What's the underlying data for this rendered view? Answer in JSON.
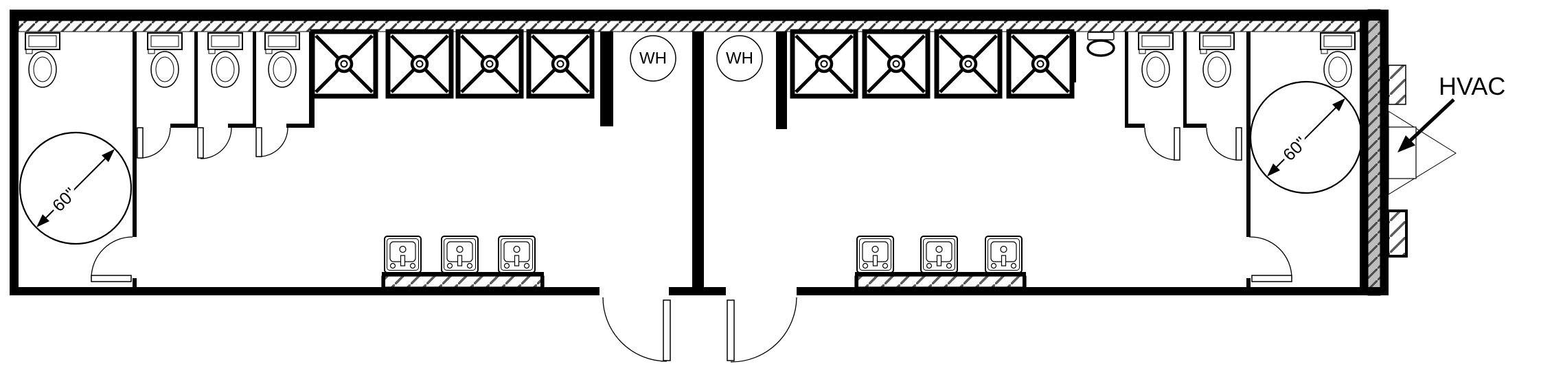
{
  "page": {
    "background": "#ffffff",
    "line_color": "#000000",
    "wall_hatch_gray": "#bdbdbd"
  },
  "labels": {
    "wh_left": "WH",
    "wh_right": "WH",
    "turn_left": "60\"",
    "turn_right": "60\"",
    "hvac": "HVAC"
  },
  "fixtures_depicted": {
    "toilets": 7,
    "toilet_stall_doors": 5,
    "ada_compartments": 2,
    "turning_circle_diameter": "60\"",
    "shower_stalls": 8,
    "sinks": 6,
    "urinals": 1,
    "water_heaters": 2,
    "entry_doors": 2,
    "hvac_units": 1
  }
}
